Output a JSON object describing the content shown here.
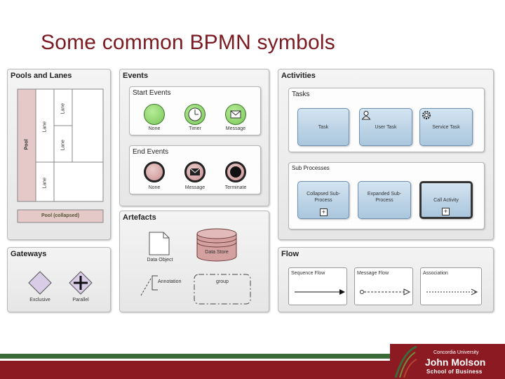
{
  "title": "Some common BPMN symbols",
  "pools": {
    "title": "Pools and Lanes",
    "pool_label": "Pool",
    "lane_label": "Lane",
    "pool_collapsed": "Pool (collapsed)"
  },
  "events": {
    "title": "Events",
    "start": {
      "title": "Start Events",
      "items": [
        "None",
        "Timer",
        "Message"
      ]
    },
    "end": {
      "title": "End Events",
      "items": [
        "None",
        "Message",
        "Terminate"
      ]
    }
  },
  "activities": {
    "title": "Activities",
    "tasks": {
      "title": "Tasks",
      "items": [
        "Task",
        "User Task",
        "Service Task"
      ]
    },
    "subprocesses": {
      "title": "Sub Processes",
      "collapsed": [
        "Collapsed Sub-",
        "Process"
      ],
      "expanded": [
        "Expanded Sub-",
        "Process"
      ],
      "call": "Call Activity",
      "plus": "+"
    }
  },
  "artefacts": {
    "title": "Artefacts",
    "data_object": "Data Object",
    "data_store": "Data Store",
    "annotation": "Annotation",
    "group": "group"
  },
  "gateways": {
    "title": "Gateways",
    "items": [
      "Exclusive",
      "Parallel"
    ]
  },
  "flow": {
    "title": "Flow",
    "items": [
      "Sequence Flow",
      "Message Flow",
      "Association"
    ]
  },
  "footer": {
    "line1": "Concordia University",
    "line2": "John Molson",
    "line3": "School of Business"
  },
  "colors": {
    "title": "#7b1a21",
    "pool_header": "#e5c9c9",
    "start_event": "#8ed56e",
    "end_event": "#d6a3a3",
    "task": "#b8d1e6",
    "footer_red": "#8b1a22",
    "footer_green": "#3c6b3a"
  }
}
